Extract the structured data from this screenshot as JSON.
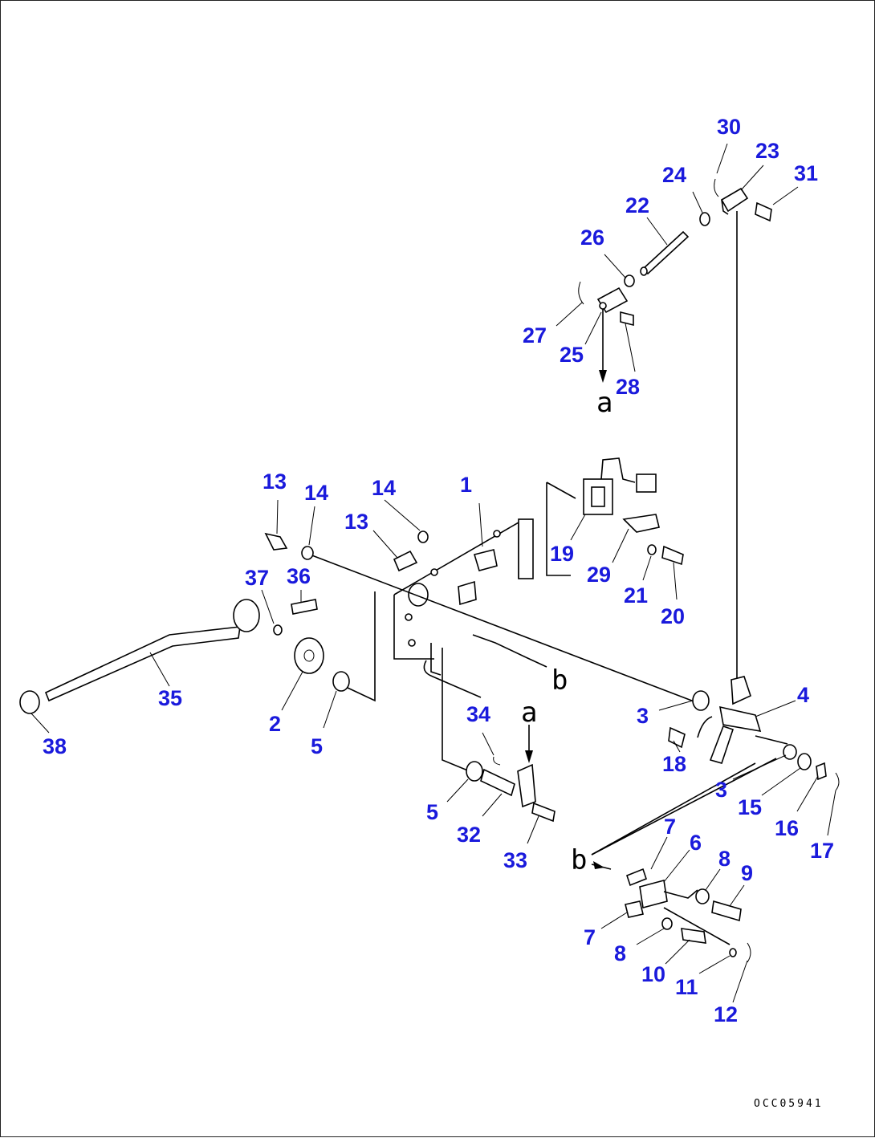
{
  "drawing_code": "OCC05941",
  "ref_letters": {
    "a": "a",
    "b": "b"
  },
  "callouts": {
    "c1": "1",
    "c2": "2",
    "c3a": "3",
    "c3b": "3",
    "c4": "4",
    "c5a": "5",
    "c5b": "5",
    "c6": "6",
    "c7a": "7",
    "c7b": "7",
    "c8a": "8",
    "c8b": "8",
    "c9": "9",
    "c10": "10",
    "c11": "11",
    "c12": "12",
    "c13a": "13",
    "c13b": "13",
    "c14a": "14",
    "c14b": "14",
    "c15": "15",
    "c16": "16",
    "c17": "17",
    "c18": "18",
    "c19": "19",
    "c20": "20",
    "c21": "21",
    "c22": "22",
    "c23": "23",
    "c24": "24",
    "c25": "25",
    "c26": "26",
    "c27": "27",
    "c28": "28",
    "c29": "29",
    "c30": "30",
    "c31": "31",
    "c32": "32",
    "c33": "33",
    "c34": "34",
    "c35": "35",
    "c36": "36",
    "c37": "37",
    "c38": "38"
  },
  "colors": {
    "callout": "#1a1adc",
    "line": "#000000",
    "background": "#ffffff"
  }
}
